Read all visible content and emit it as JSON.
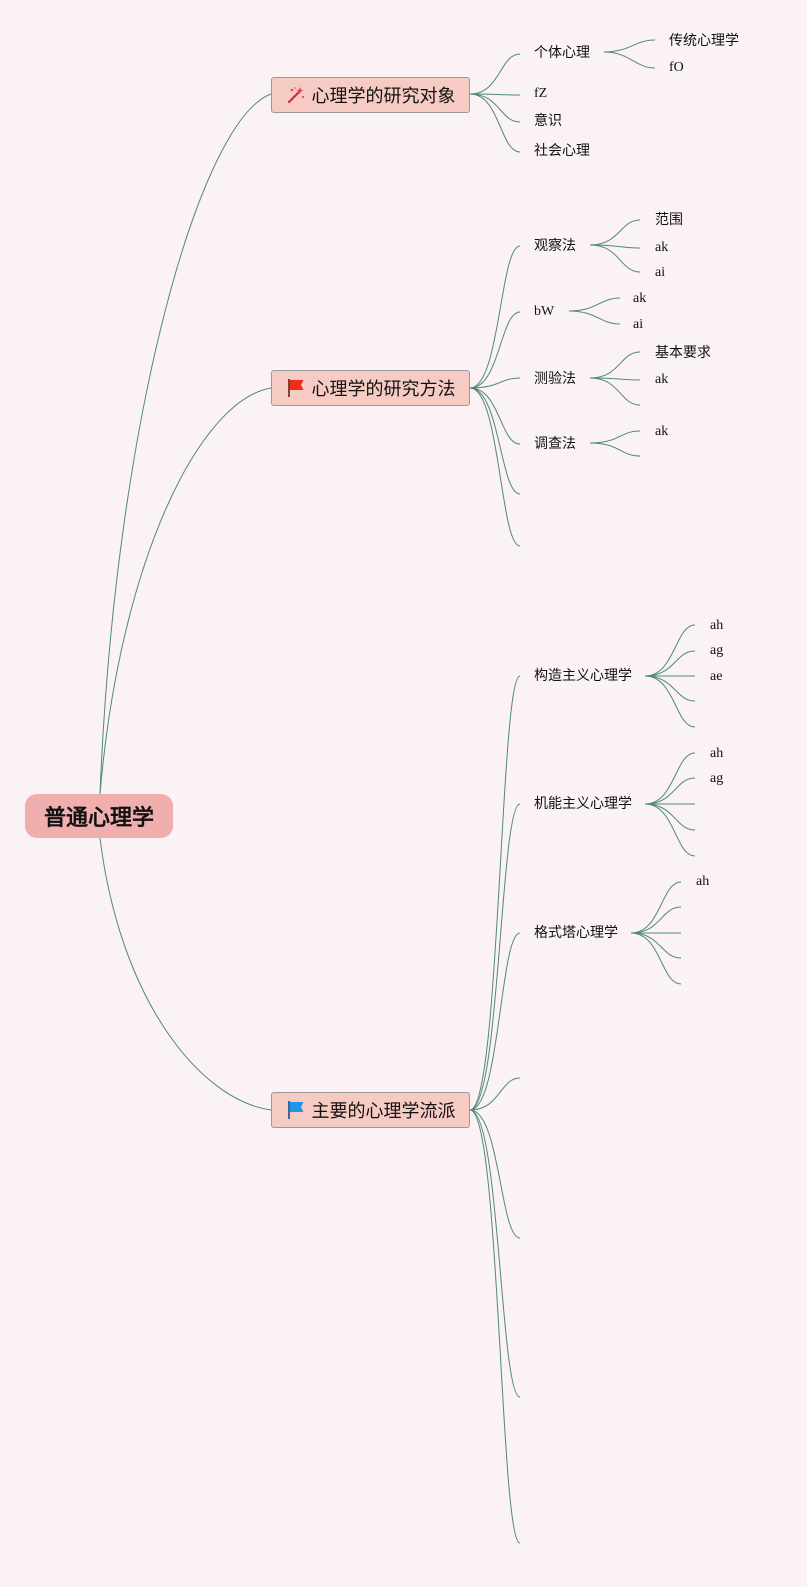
{
  "root": {
    "label": "普通心理学"
  },
  "branches": [
    {
      "label": "心理学的研究对象",
      "icon": "magic-wand-icon",
      "children": [
        {
          "label": "个体心理",
          "children": [
            "传统心理学",
            "fO"
          ]
        },
        {
          "label": "fZ"
        },
        {
          "label": "意识"
        },
        {
          "label": "社会心理"
        }
      ]
    },
    {
      "label": "心理学的研究方法",
      "icon": "red-flag-icon",
      "children": [
        {
          "label": "观察法",
          "children": [
            "范围",
            "ak",
            "ai"
          ]
        },
        {
          "label": "bW",
          "children": [
            "ak",
            "ai"
          ]
        },
        {
          "label": "测验法",
          "children": [
            "基本要求",
            "ak",
            ""
          ]
        },
        {
          "label": "调查法",
          "children": [
            "ak",
            ""
          ]
        },
        {
          "label": ""
        },
        {
          "label": ""
        }
      ]
    },
    {
      "label": "主要的心理学流派",
      "icon": "blue-flag-icon",
      "children": [
        {
          "label": "构造主义心理学",
          "children": [
            "ah",
            "ag",
            "ae",
            "",
            ""
          ]
        },
        {
          "label": "机能主义心理学",
          "children": [
            "ah",
            "ag",
            "",
            "",
            ""
          ]
        },
        {
          "label": "格式塔心理学",
          "children": [
            "ah",
            "",
            "",
            "",
            ""
          ]
        },
        {
          "label": ""
        },
        {
          "label": ""
        },
        {
          "label": ""
        },
        {
          "label": ""
        }
      ]
    }
  ],
  "colors": {
    "background": "#faf2f4",
    "connector": "#4f8a74",
    "root_fill": "#f1aeae",
    "branch_fill": "#f6cbc3",
    "branch_border": "#9a9a9a"
  }
}
